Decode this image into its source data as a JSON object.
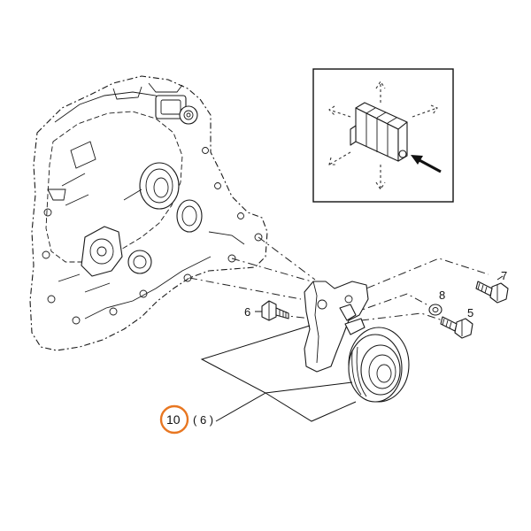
{
  "callouts": {
    "c7": "7",
    "c8": "8",
    "c5": "5",
    "c6": "6",
    "c10": "10",
    "c10_qty": "( 6 )"
  },
  "colors": {
    "highlight_ring": "#e87722",
    "line": "#1a1a1a",
    "background": "#ffffff"
  },
  "icons": {
    "inset_arrows": "direction-arrows",
    "push_arrow": "push-arrow-icon"
  }
}
